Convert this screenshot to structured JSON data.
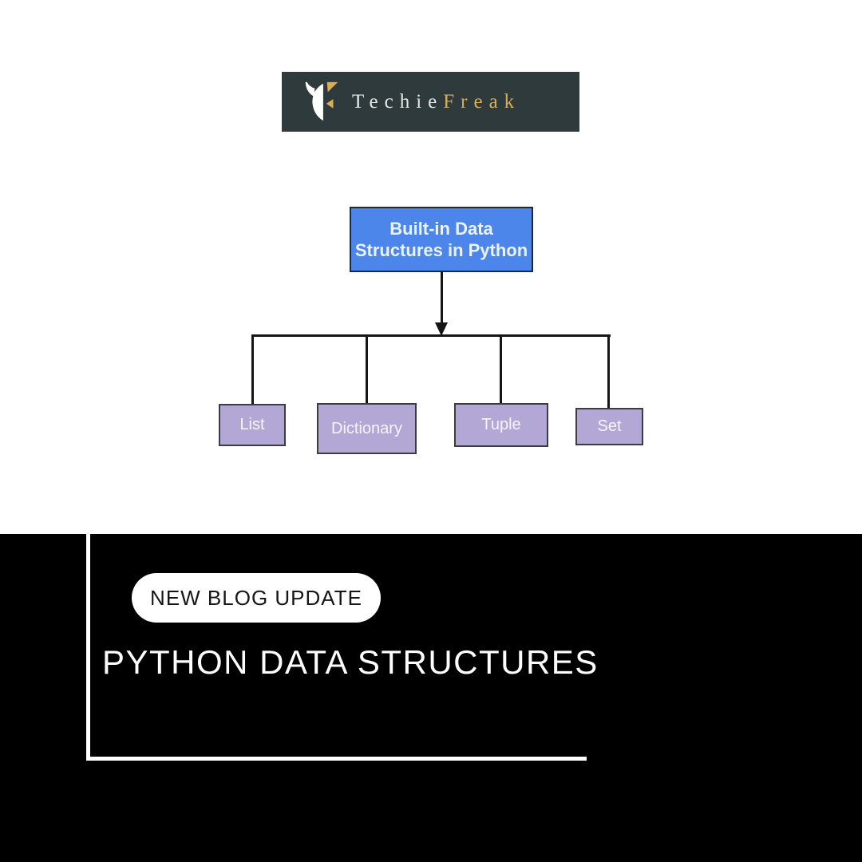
{
  "logo": {
    "brand_first": "Techie",
    "brand_second": "Freak"
  },
  "diagram": {
    "root": {
      "line1": "Built-in Data",
      "line2": "Structures in Python"
    },
    "children": [
      {
        "label": "List"
      },
      {
        "label": "Dictionary"
      },
      {
        "label": "Tuple"
      },
      {
        "label": "Set"
      }
    ]
  },
  "banner": {
    "badge": "NEW BLOG UPDATE",
    "title": "PYTHON DATA STRUCTURES"
  },
  "colors": {
    "logo-bg": "#2f3a3c",
    "logo-first": "#e6e7e5",
    "logo-second": "#d8ae58",
    "root-fill": "#4d86ea",
    "root-border": "#1c2a3a",
    "root-text": "#eaf2fc",
    "child-fill": "#b3a8d5",
    "child-border": "#3c3c46",
    "child-text": "#f7f5fb",
    "line": "#151515",
    "banner-bg": "#000000",
    "frame": "#ffffff",
    "badge-bg": "#ffffff",
    "badge-text": "#161616",
    "title-text": "#fdfdfd"
  }
}
